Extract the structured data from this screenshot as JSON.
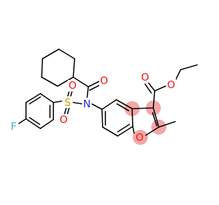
{
  "molecule": {
    "atoms": {
      "N": {
        "symbol": "N",
        "color": "#2a2add"
      },
      "O_amide": {
        "symbol": "O",
        "color": "#e8201f"
      },
      "S": {
        "symbol": "S",
        "color": "#c6a300"
      },
      "O_s1": {
        "symbol": "O",
        "color": "#e8201f"
      },
      "O_s2": {
        "symbol": "O",
        "color": "#e8201f"
      },
      "F": {
        "symbol": "F",
        "color": "#36b8b8"
      },
      "O_furan": {
        "symbol": "O",
        "color": "#e8201f"
      },
      "O_ester_c": {
        "symbol": "O",
        "color": "#e8201f"
      },
      "O_ester_s": {
        "symbol": "O",
        "color": "#e8201f"
      }
    },
    "highlight_color": "#f4a6a6"
  }
}
